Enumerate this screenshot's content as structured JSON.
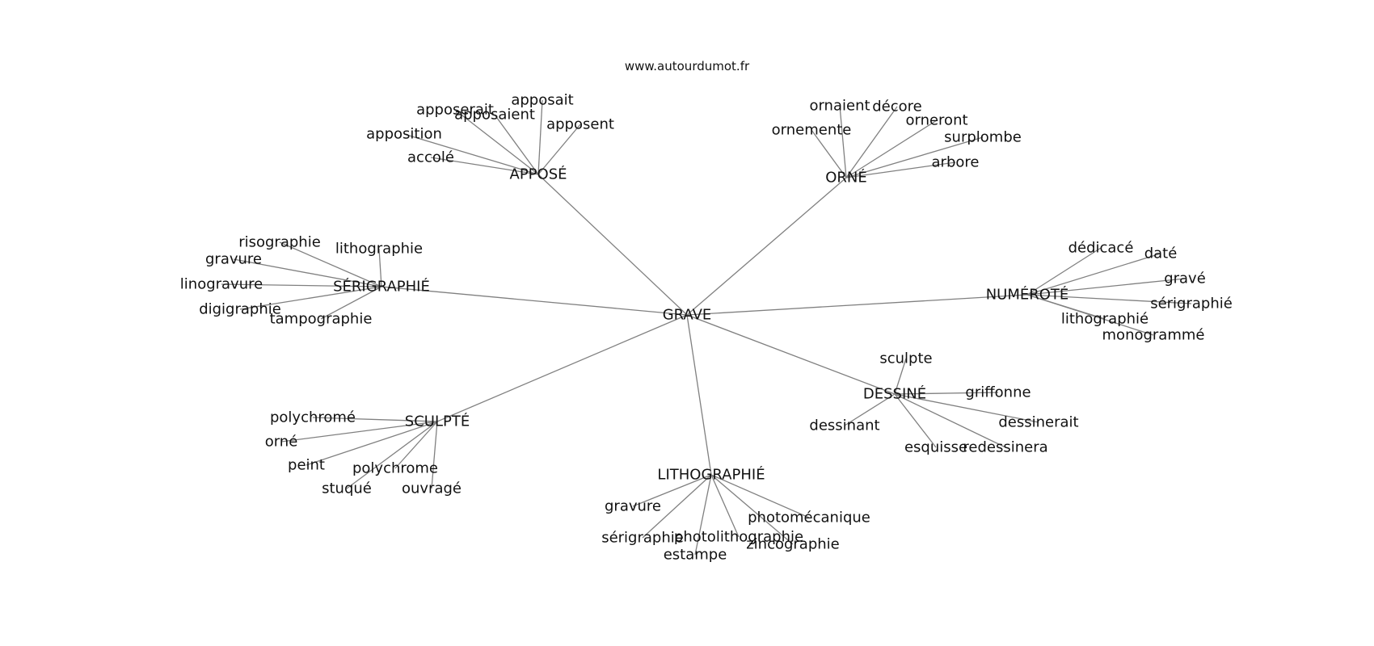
{
  "site": "www.autourdumot.fr",
  "graph": {
    "center": "GRAVE",
    "groups": [
      {
        "label": "APPOSÉ",
        "words": [
          "apposait",
          "apposerait",
          "apposaient",
          "apposent",
          "apposition",
          "accolé"
        ]
      },
      {
        "label": "ORNÉ",
        "words": [
          "ornaient",
          "décore",
          "orneront",
          "ornemente",
          "surplombe",
          "arbore"
        ]
      },
      {
        "label": "SÉRIGRAPHIÉ",
        "words": [
          "risographie",
          "lithographie",
          "gravure",
          "linogravure",
          "digigraphie",
          "tampographie"
        ]
      },
      {
        "label": "NUMÉROTÉ",
        "words": [
          "dédicacé",
          "daté",
          "gravé",
          "sérigraphié",
          "lithographié",
          "monogrammé"
        ]
      },
      {
        "label": "DESSINÉ",
        "words": [
          "sculpte",
          "griffonne",
          "dessinant",
          "dessinerait",
          "esquisse",
          "redessinera"
        ]
      },
      {
        "label": "SCULPTÉ",
        "words": [
          "polychromé",
          "orné",
          "peint",
          "polychrome",
          "stuqué",
          "ouvragé"
        ]
      },
      {
        "label": "LITHOGRAPHIÉ",
        "words": [
          "gravure",
          "photomécanique",
          "sérigraphie",
          "photolithographie",
          "zincographie",
          "estampe"
        ]
      }
    ]
  }
}
